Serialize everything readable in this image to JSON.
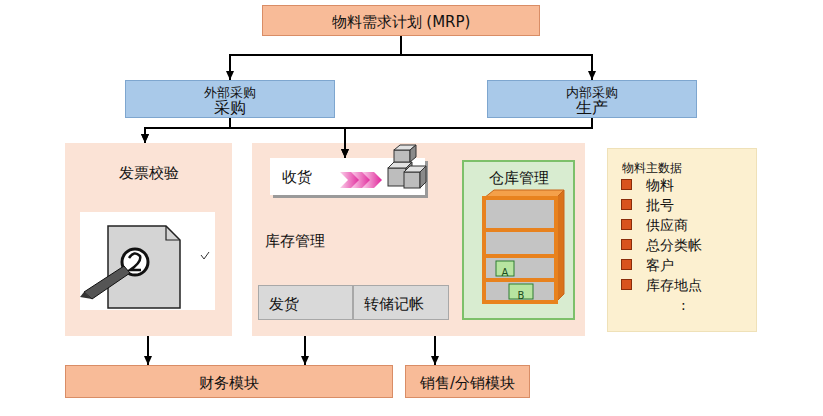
{
  "diagram": {
    "nodes": [
      {
        "text": [
          "物料需求计划 (MRP)"
        ]
      },
      {
        "text": [
          "外部采购",
          "采购"
        ]
      },
      {
        "text": [
          "内部采购",
          "生产"
        ]
      },
      {
        "text": [
          "发票校验"
        ]
      },
      {
        "text": [
          "库存管理"
        ]
      },
      {
        "text": [
          "收货"
        ],
        "in": 4
      },
      {
        "text": [
          "发货"
        ],
        "in": 4
      },
      {
        "text": [
          "转储记帐"
        ],
        "in": 4
      },
      {
        "text": [
          "仓库管理"
        ],
        "in": 4
      },
      {
        "text": [
          "物料主数据",
          "物料",
          "批号",
          "供应商",
          "总分类帐",
          "客户",
          "库存地点",
          ":"
        ]
      },
      {
        "text": [
          "财务模块"
        ]
      },
      {
        "text": [
          "销售/分销模块"
        ]
      }
    ],
    "edges": [
      {
        "from": 0,
        "to": 1,
        "arrow": "to"
      },
      {
        "from": 0,
        "to": 2,
        "arrow": "to"
      },
      {
        "from": 1,
        "to": 3,
        "arrow": "to"
      },
      {
        "from": 1,
        "to": 5,
        "arrow": "to"
      },
      {
        "from": 2,
        "to": 3,
        "arrow": "to"
      },
      {
        "from": 2,
        "to": 5,
        "arrow": "to"
      },
      {
        "from": 3,
        "to": 10,
        "arrow": "to"
      },
      {
        "from": 4,
        "to": 10,
        "arrow": "to"
      },
      {
        "from": 4,
        "to": 11,
        "arrow": "to"
      }
    ],
    "labels": [
      "A",
      "B"
    ]
  }
}
